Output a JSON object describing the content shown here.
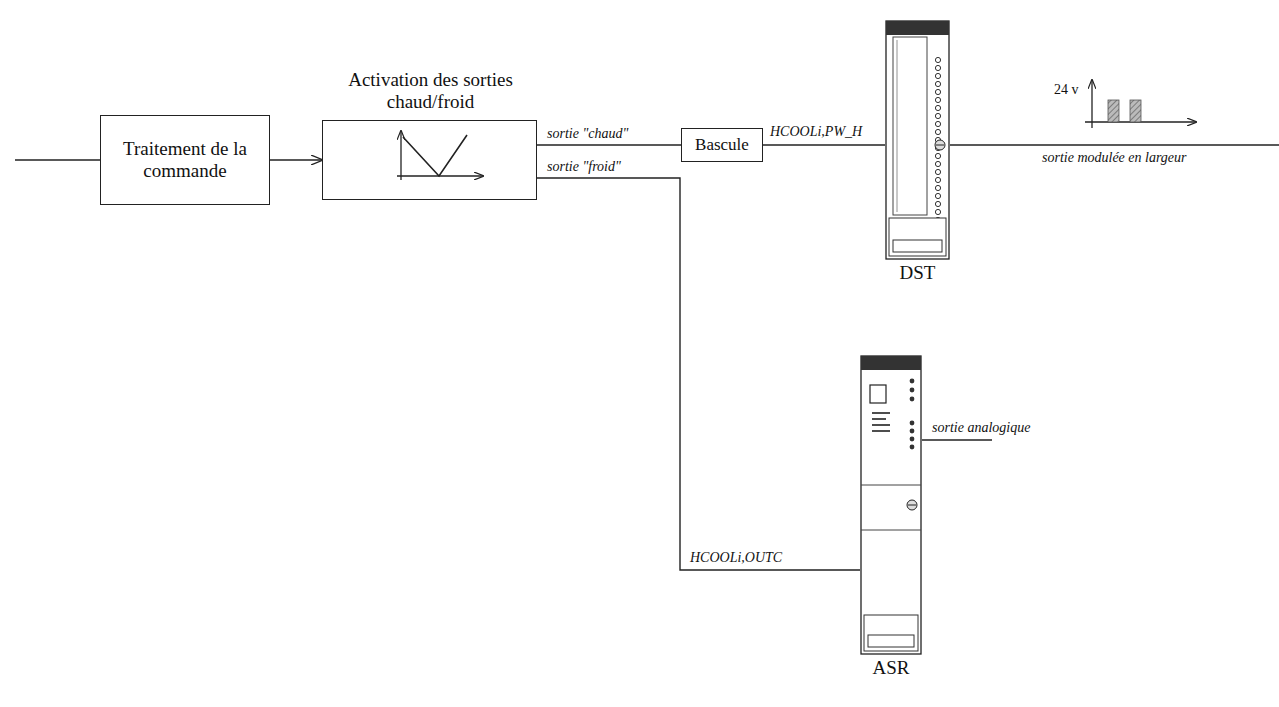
{
  "diagram": {
    "nodes": [
      {
        "text": [
          "Traitement de la commande"
        ]
      },
      {
        "text": [
          "Activation des sorties chaud/froid"
        ]
      },
      {
        "text": [
          "Bascule"
        ]
      },
      {
        "text": [
          "DST"
        ]
      },
      {
        "text": [
          "ASR"
        ]
      }
    ],
    "edges": [
      {
        "from": 0,
        "to": 1,
        "arrow": "to"
      },
      {
        "from": 1,
        "to": 2,
        "label": "sortie \"chaud\"",
        "arrow": "none"
      },
      {
        "from": 2,
        "to": 3,
        "label": "HCOOLi,PW_H",
        "arrow": "none"
      },
      {
        "from": 1,
        "to": 4,
        "label": "sortie \"froid\"",
        "arrow": "none"
      }
    ],
    "labels": [
      "24 v",
      "sortie modulée en largeur",
      "sortie analogique",
      "HCOOLi,OUTC"
    ]
  }
}
